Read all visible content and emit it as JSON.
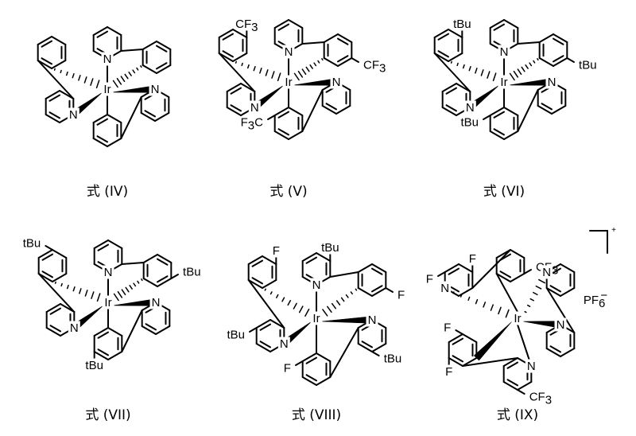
{
  "structures": [
    {
      "caption": "式 (IV)",
      "metal": "Ir",
      "n_labels": [
        "N",
        "N",
        "N"
      ],
      "substituents": []
    },
    {
      "caption": "式 (V)",
      "metal": "Ir",
      "n_labels": [
        "N",
        "N",
        "N"
      ],
      "substituents": [
        "CF3",
        "CF3",
        "F3C"
      ]
    },
    {
      "caption": "式 (VI)",
      "metal": "Ir",
      "n_labels": [
        "N",
        "N",
        "N"
      ],
      "substituents": [
        "tBu",
        "tBu",
        "tBu"
      ]
    },
    {
      "caption": "式 (VII)",
      "metal": "Ir",
      "n_labels": [
        "N",
        "N",
        "N"
      ],
      "substituents": [
        "tBu",
        "tBu",
        "tBu"
      ]
    },
    {
      "caption": "式 (VIII)",
      "metal": "Ir",
      "n_labels": [
        "N",
        "N",
        "N"
      ],
      "substituents": [
        "tBu",
        "F",
        "F",
        "F",
        "tBu",
        "tBu"
      ]
    },
    {
      "caption": "式 (IX)",
      "metal": "Ir",
      "n_labels": [
        "N",
        "N",
        "N",
        "N"
      ],
      "substituents": [
        "F",
        "F",
        "CF3",
        "F",
        "F",
        "CF3"
      ],
      "charge": "+",
      "counterion": "PF6−"
    }
  ]
}
